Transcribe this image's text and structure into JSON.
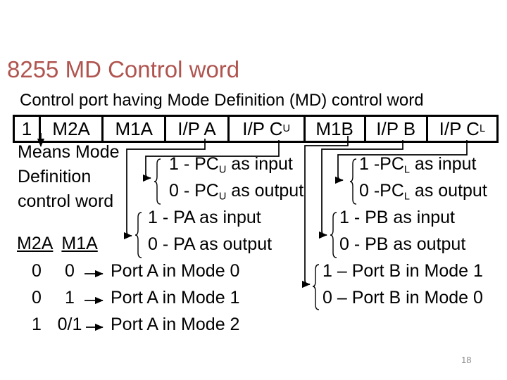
{
  "slide": {
    "title": "8255 MD Control word",
    "title_color": "#b0544f",
    "subtitle": "Control port having Mode Definition (MD) control word",
    "page_number": "18"
  },
  "bitfield": {
    "cells": [
      {
        "text": "1",
        "sub": ""
      },
      {
        "text": "M2A",
        "sub": ""
      },
      {
        "text": "M1A",
        "sub": ""
      },
      {
        "text": "I/P A",
        "sub": ""
      },
      {
        "text": "I/P C",
        "sub": "U"
      },
      {
        "text": "M1B",
        "sub": ""
      },
      {
        "text": "I/P B",
        "sub": ""
      },
      {
        "text": "I/P C",
        "sub": "L"
      }
    ]
  },
  "annotations": {
    "means": {
      "line1": "Means Mode",
      "line2": "Definition",
      "line3": "control word"
    },
    "pcu": [
      {
        "pre": "1 - PC",
        "sub": "U",
        "post": " as input"
      },
      {
        "pre": "0 - PC",
        "sub": "U",
        "post": " as output"
      }
    ],
    "pa": [
      {
        "pre": "1 - PA as input",
        "sub": "",
        "post": ""
      },
      {
        "pre": "0 - PA as output",
        "sub": "",
        "post": ""
      }
    ],
    "pcl": [
      {
        "pre": "1 -PC",
        "sub": "L",
        "post": " as input"
      },
      {
        "pre": "0 -PC",
        "sub": "L",
        "post": " as output"
      }
    ],
    "pb": [
      {
        "pre": "1 - PB as input",
        "sub": "",
        "post": ""
      },
      {
        "pre": "0 - PB as output",
        "sub": "",
        "post": ""
      }
    ],
    "m1b": [
      {
        "pre": "1 – Port B in Mode 1",
        "sub": "",
        "post": ""
      },
      {
        "pre": "0 – Port B in Mode 0",
        "sub": "",
        "post": ""
      }
    ]
  },
  "mode_table": {
    "headers": [
      "M2A",
      "M1A"
    ],
    "rows": [
      {
        "m2a": "0",
        "m1a": "0",
        "desc": "Port A in Mode 0"
      },
      {
        "m2a": "0",
        "m1a": "1",
        "desc": "Port A in Mode 1"
      },
      {
        "m2a": "1",
        "m1a": "0/1",
        "desc": "Port A in Mode 2"
      }
    ]
  }
}
